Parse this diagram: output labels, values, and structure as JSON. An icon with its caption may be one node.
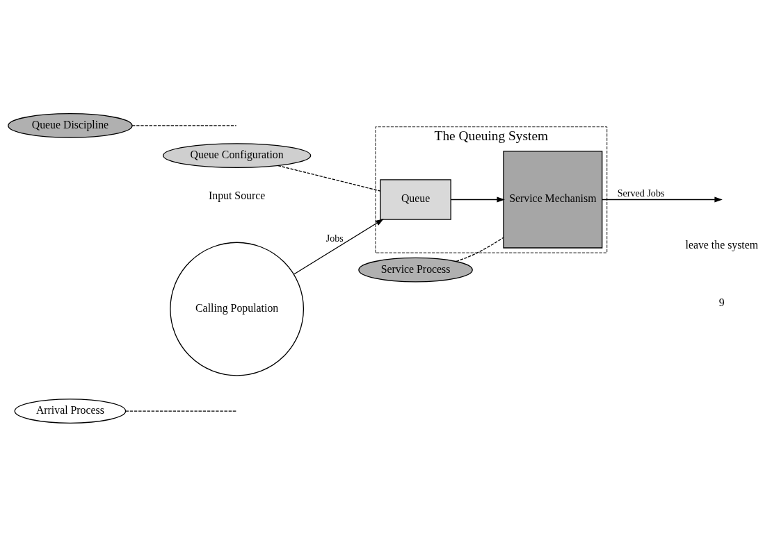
{
  "diagram": {
    "nodes": [
      {
        "text": [
          "Calling Population"
        ]
      },
      {
        "text": [
          "The Queuing System"
        ]
      },
      {
        "text": [
          "Queue"
        ],
        "in": 1
      },
      {
        "text": [
          "Service Mechanism"
        ],
        "in": 1
      },
      {
        "text": [
          "Arrival Process"
        ]
      },
      {
        "text": [
          "Queue Configuration"
        ]
      },
      {
        "text": [
          "Queue Discipline"
        ]
      },
      {
        "text": [
          "Service Process"
        ]
      }
    ],
    "edges": [
      {
        "from": 0,
        "to": 2,
        "arrow": "to",
        "label": "Jobs"
      },
      {
        "from": 2,
        "to": 3,
        "arrow": "to"
      },
      {
        "from": 3,
        "to": null,
        "arrow": "to",
        "label": "Served Jobs"
      },
      {
        "from": 4,
        "to": null,
        "arrow": "none",
        "style": "dashed"
      },
      {
        "from": 5,
        "to": 2,
        "arrow": "none",
        "style": "dashed"
      },
      {
        "from": 6,
        "to": null,
        "arrow": "none",
        "style": "dashed"
      },
      {
        "from": 7,
        "to": 3,
        "arrow": "none",
        "style": "dashed"
      }
    ],
    "labels": [
      "Input Source",
      "leave the system",
      "9"
    ]
  }
}
